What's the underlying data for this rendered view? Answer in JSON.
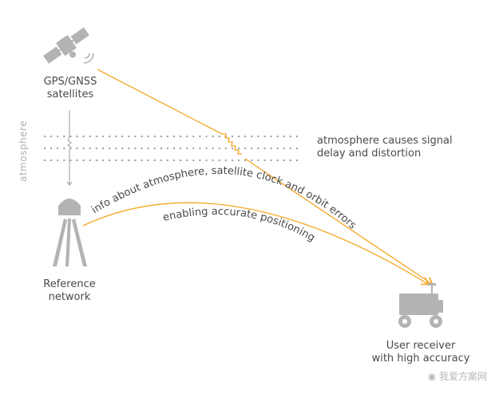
{
  "nodes": {
    "satellites": "GPS/GNSS\nsatellites",
    "reference": "Reference\nnetwork",
    "receiver": "User receiver\nwith high accuracy"
  },
  "labels": {
    "atmosphere_side": "atmosphere",
    "atmosphere_note": "atmosphere causes signal\ndelay and distortion",
    "correction_line1": "info about atmosphere, satellite clock and orbit errors",
    "correction_line2": "enabling accurate positioning"
  },
  "watermark": "我爱方案网",
  "colors": {
    "icon_gray": "#b3b3b3",
    "signal_orange": "#f5a623",
    "dots": "#9a9a9a",
    "text": "#4a4a4a"
  },
  "icons": [
    "satellite-icon",
    "reference-station-icon",
    "rover-icon",
    "weibo-icon"
  ]
}
